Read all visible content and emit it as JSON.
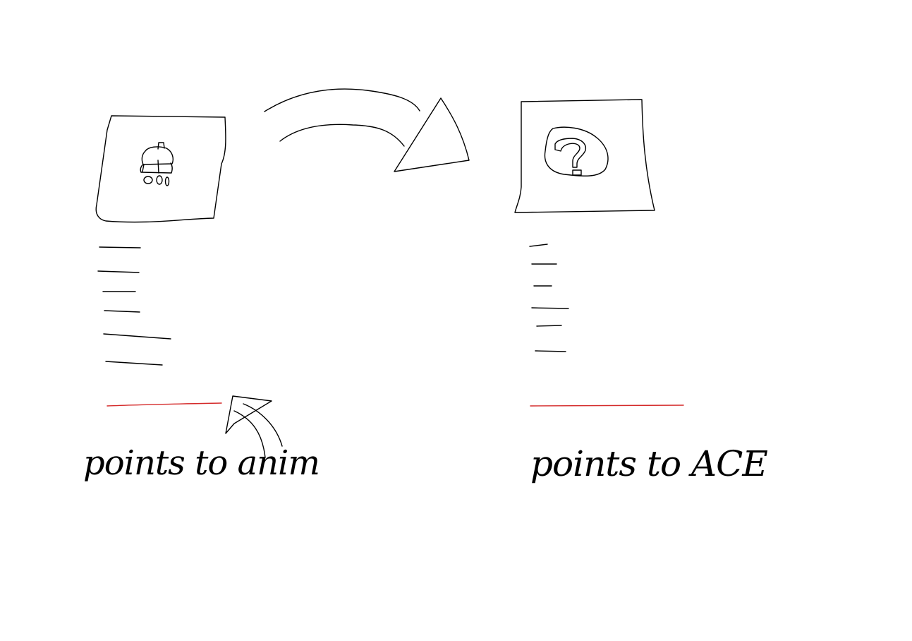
{
  "colors": {
    "ink": "#000000",
    "highlight": "#d42a2a",
    "background": "#ffffff"
  },
  "left_panel": {
    "icon": "anim-character-icon",
    "note": "points to anim"
  },
  "right_panel": {
    "icon": "question-mark-icon",
    "note": "points to ACE"
  },
  "transition_arrow": {
    "direction": "left-to-right"
  }
}
